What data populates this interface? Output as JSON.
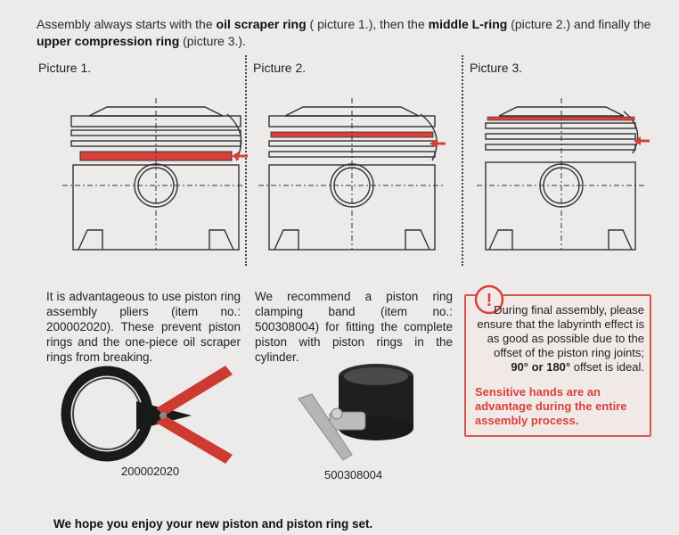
{
  "intro": {
    "p1": "Assembly always starts with the ",
    "b1": "oil scraper ring",
    "p2": " ( picture 1.), then the ",
    "b2": "middle L-ring",
    "p3": " (picture 2.) and finally the ",
    "b3": "upper compression ring",
    "p4": " (picture 3.)."
  },
  "pictures": [
    {
      "label": "Picture 1."
    },
    {
      "label": "Picture 2."
    },
    {
      "label": "Picture 3."
    }
  ],
  "col1_text": "It is advantageous to use piston ring assembly pliers (item no.: 200002020). These prevent piston rings and the one-piece oil scraper rings from breaking.",
  "col2_text": "We recommend a piston ring clamping band (item no.: 500308004) for fitting the complete piston with piston rings in the cylinder.",
  "warning": {
    "icon_symbol": "!",
    "text_lead": "During final assembly, please",
    "text_rest": "ensure that the labyrinth effect is as good as possible due to the offset of the piston ring joints;",
    "text_bold": " 90° or 180°",
    "text_end": " offset is ideal.",
    "emphasis": "Sensitive hands are an advantage during the entire assembly process."
  },
  "items": {
    "pliers_no": "200002020",
    "band_no": "500308004"
  },
  "closing": "We hope you enjoy your new piston and piston ring set.",
  "colors": {
    "accent_red": "#d9403a",
    "warning_border": "#d9584f",
    "background": "#ecebea"
  }
}
